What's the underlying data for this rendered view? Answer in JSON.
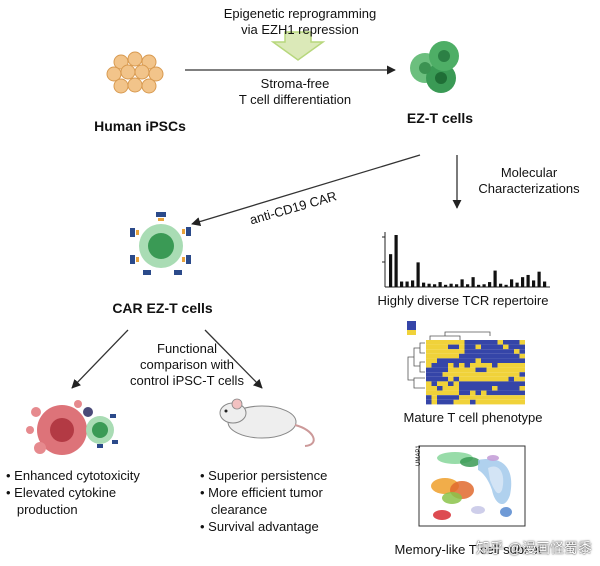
{
  "top_label": {
    "line1": "Epigenetic reprogramming",
    "line2": "via EZH1 repression"
  },
  "stroma_label": {
    "line1": "Stroma-free",
    "line2": "T cell differentiation"
  },
  "nodes": {
    "human_ipscs": "Human iPSCs",
    "ez_t_cells": "EZ-T cells",
    "car_ez_t_cells": "CAR EZ-T cells"
  },
  "arrow_labels": {
    "anti_cd19": "anti-CD19 CAR",
    "molecular_line1": "Molecular",
    "molecular_line2": "Characterizations"
  },
  "functional_label": {
    "line1": "Functional",
    "line2": "comparison with",
    "line3": "control iPSC-T cells"
  },
  "outcomes_left": [
    "• Enhanced cytotoxicity",
    "• Elevated cytokine",
    "   production"
  ],
  "outcomes_right": [
    "• Superior persistence",
    "• More efficient tumor",
    "   clearance",
    "• Survival advantage"
  ],
  "panels": {
    "tcr": "Highly diverse TCR repertoire",
    "mature": "Mature T cell phenotype",
    "memory": "Memory-like T cell subset"
  },
  "umap_axis_label": "UMAP1",
  "watermark": "知乎 @漫画怪蜀黍",
  "colors": {
    "ipsc": "#f2c48a",
    "ipsc_outline": "#d89a50",
    "ez_cell": "#3a9a55",
    "ez_cell_light": "#7cc98d",
    "car_receptor": "#2b4a8a",
    "hollow_arrow": "#b7d77c",
    "heatmap_high": "#f0d23a",
    "heatmap_low": "#3545a8",
    "tumor": "#d9646a"
  },
  "chart_data": {
    "type": "bar",
    "title": "",
    "xlabel": "",
    "ylabel": "",
    "values": [
      60,
      95,
      10,
      10,
      12,
      45,
      8,
      6,
      5,
      9,
      4,
      6,
      5,
      14,
      5,
      18,
      4,
      5,
      9,
      30,
      6,
      4,
      14,
      8,
      18,
      22,
      12,
      28,
      10
    ]
  }
}
